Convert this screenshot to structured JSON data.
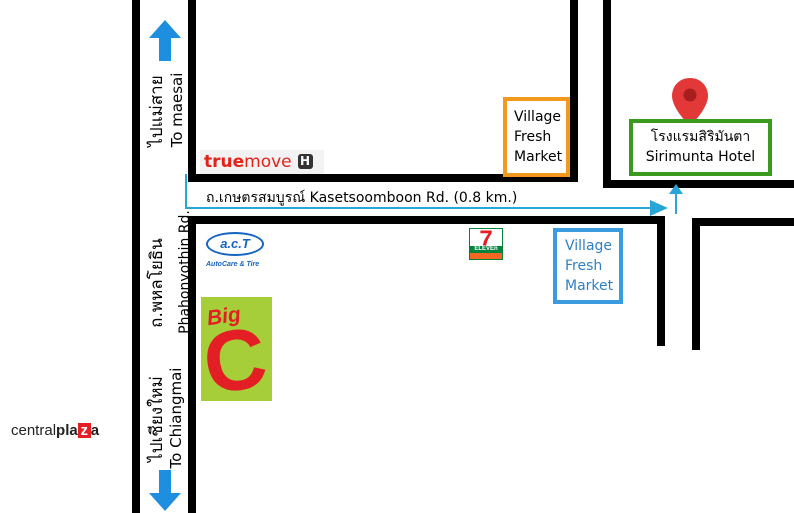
{
  "colors": {
    "road": "#000000",
    "route_arrow": "#29a6d8",
    "north_south_arrow": "#1e8fe0",
    "pin": "#e33838",
    "hotel_border": "#3a9a1e",
    "market_top_border": "#f39a1e",
    "market_bottom_border": "#3a9be0",
    "market_bottom_text": "#2e7fc2",
    "bigc_bg": "#a6ce39",
    "bigc_red": "#e31e24",
    "seven_green": "#00843d",
    "seven_orange": "#f26722",
    "act_blue": "#1565c0",
    "truemove_red": "#e2231a"
  },
  "icons": {
    "north": "arrow-up-icon",
    "south": "arrow-down-icon",
    "pin": "map-pin-icon",
    "route": "route-arrow-icon"
  },
  "direction_north": {
    "thai": "ไปแม่สาย",
    "english": "To maesai"
  },
  "direction_south": {
    "thai": "ไปเชียงใหม่",
    "english": "To Chiangmai"
  },
  "main_road": {
    "thai": "ถ.พหลโยธิน",
    "english": "Phahonyothin Rd."
  },
  "side_road": {
    "label": "ถ.เกษตรสมบูรณ์ Kasetsoomboon Rd. (0.8 km.)"
  },
  "hotel": {
    "thai": "โรงแรมสิริมันตา",
    "english": "Sirimunta Hotel"
  },
  "market_top": {
    "lines": [
      "Village",
      "Fresh",
      "Market"
    ]
  },
  "market_bottom": {
    "lines": [
      "Village",
      "Fresh",
      "Market"
    ]
  },
  "logos": {
    "truemove": {
      "true": "true",
      "move": "move",
      "h": "H"
    },
    "act": {
      "main": "a.c.T",
      "tagline": "AutoCare & Tire"
    },
    "seven_eleven": {
      "number": "7",
      "word": "ELEVEn"
    },
    "bigc": {
      "big": "Big",
      "c": "C"
    },
    "centralplaza": {
      "central": "central",
      "plaza": "pla",
      "z": "z",
      "a": "a"
    }
  }
}
